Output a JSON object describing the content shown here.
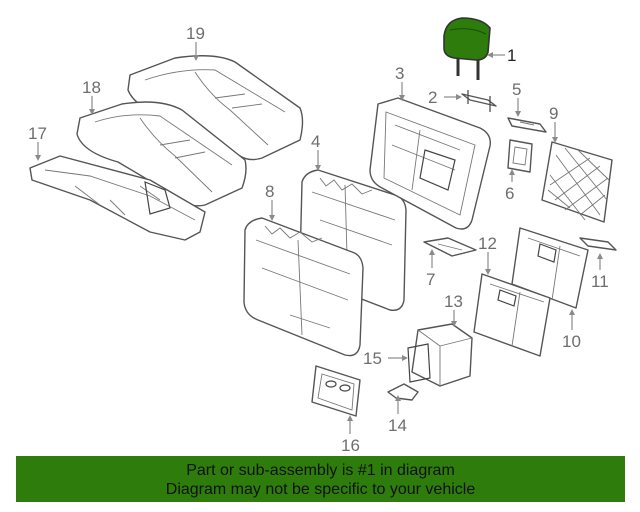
{
  "colors": {
    "banner_bg": "#2e7d0c",
    "highlight_part": "#2e7d0c",
    "line": "#555555",
    "callout_text": "#6e6e6e"
  },
  "highlighted_part": "1",
  "callouts": [
    "1",
    "2",
    "3",
    "4",
    "5",
    "6",
    "7",
    "8",
    "9",
    "10",
    "11",
    "12",
    "13",
    "14",
    "15",
    "16",
    "17",
    "18",
    "19"
  ],
  "banner": {
    "line1": "Part or sub-assembly is #1 in diagram",
    "line2": "Diagram may not be specific to your vehicle"
  }
}
